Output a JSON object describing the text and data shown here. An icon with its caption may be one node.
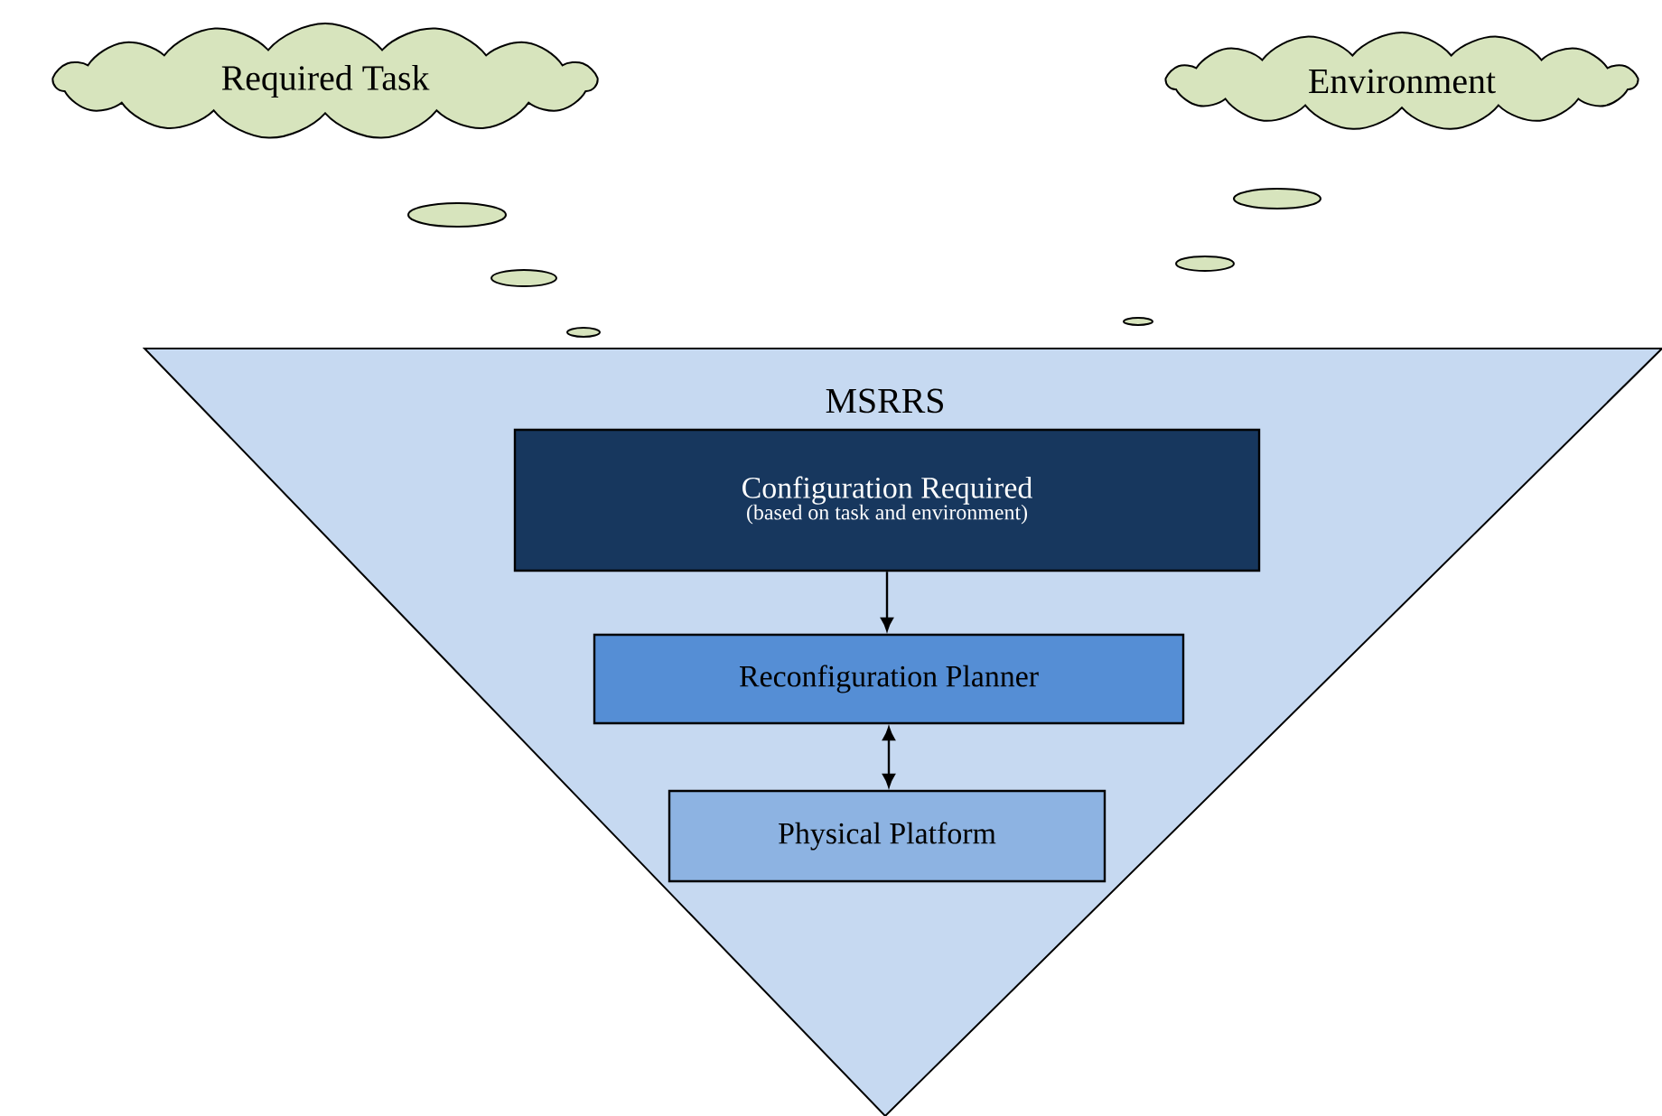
{
  "diagram": {
    "nodes": [
      {
        "text": [
          "Required Task"
        ]
      },
      {
        "text": [
          "Environment"
        ]
      },
      {
        "text": [
          "MSRRS"
        ]
      },
      {
        "text": [
          "Configuration Required",
          "(based on task and environment)"
        ],
        "in": 2
      },
      {
        "text": [
          "Reconfiguration Planner"
        ],
        "in": 2
      },
      {
        "text": [
          "Physical Platform"
        ],
        "in": 2
      }
    ],
    "edges": [
      {
        "from": 3,
        "to": 4,
        "arrow": "to"
      },
      {
        "from": 4,
        "to": 5,
        "arrow": "both"
      }
    ]
  }
}
